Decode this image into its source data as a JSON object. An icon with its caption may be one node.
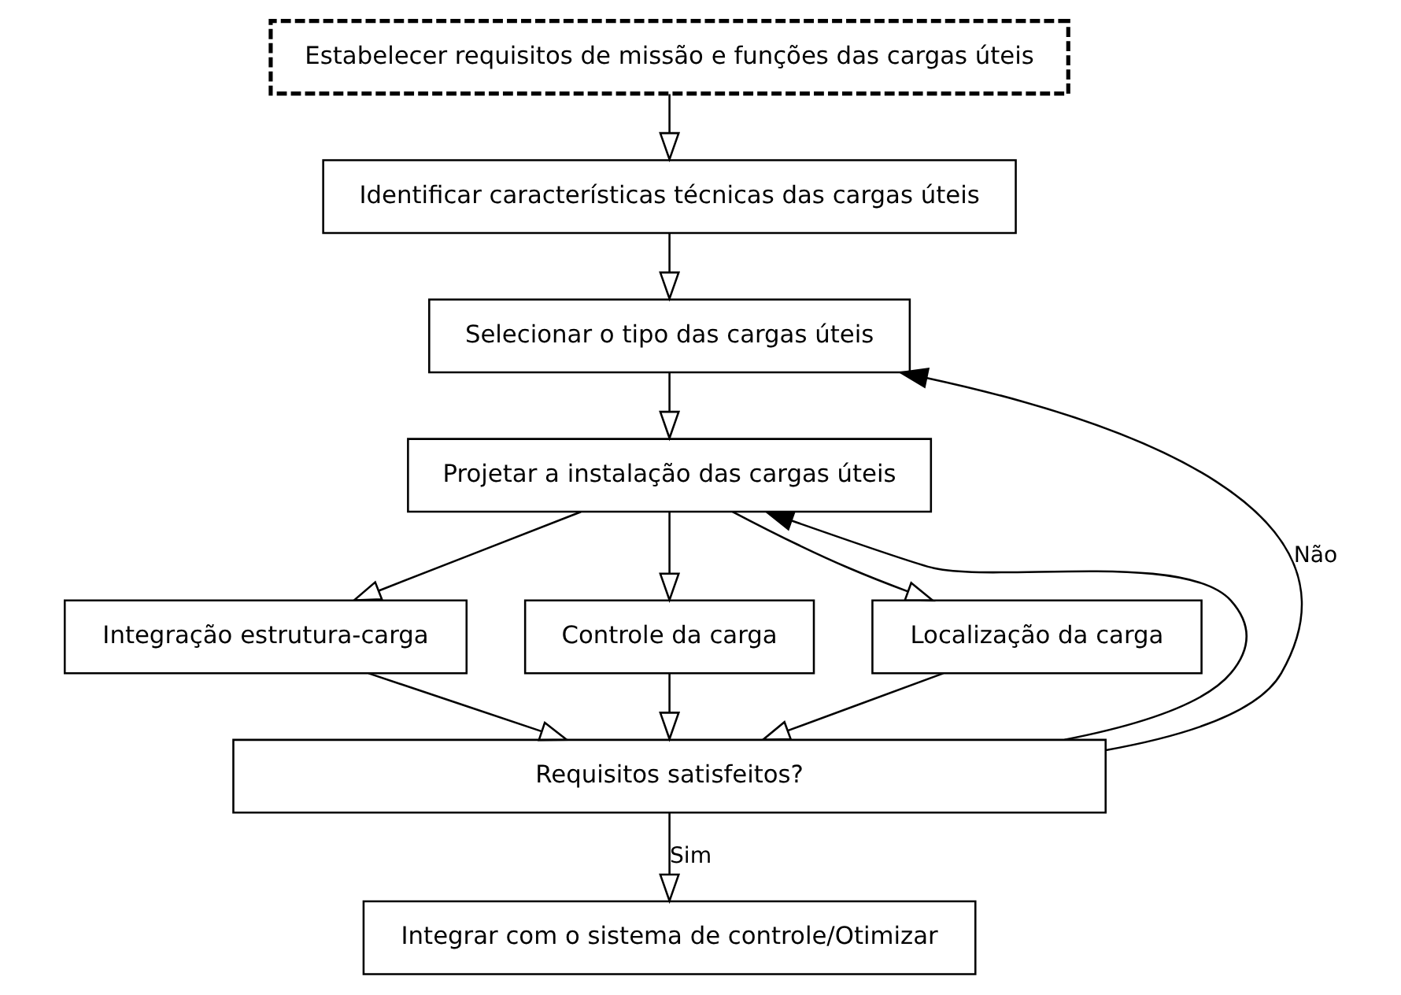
{
  "diagram": {
    "nodes": [
      {
        "text": [
          "Estabelecer requisitos de missão e funções das cargas úteis"
        ]
      },
      {
        "text": [
          "Identificar características técnicas das cargas úteis"
        ]
      },
      {
        "text": [
          "Selecionar o tipo das cargas úteis"
        ]
      },
      {
        "text": [
          "Projetar a instalação das cargas úteis"
        ]
      },
      {
        "text": [
          "Integração estrutura-carga"
        ]
      },
      {
        "text": [
          "Controle da carga"
        ]
      },
      {
        "text": [
          "Localização da carga"
        ]
      },
      {
        "text": [
          "Requisitos satisfeitos?"
        ]
      },
      {
        "text": [
          "Integrar com o sistema de controle/Otimizar"
        ]
      }
    ],
    "edges": [
      {
        "from": 0,
        "to": 1,
        "arrow": "to"
      },
      {
        "from": 1,
        "to": 2,
        "arrow": "to"
      },
      {
        "from": 2,
        "to": 3,
        "arrow": "to"
      },
      {
        "from": 3,
        "to": 4,
        "arrow": "to"
      },
      {
        "from": 3,
        "to": 5,
        "arrow": "to"
      },
      {
        "from": 3,
        "to": 6,
        "arrow": "to"
      },
      {
        "from": 4,
        "to": 7,
        "arrow": "to"
      },
      {
        "from": 5,
        "to": 7,
        "arrow": "to"
      },
      {
        "from": 6,
        "to": 7,
        "arrow": "to"
      },
      {
        "from": 7,
        "to": 8,
        "label": "Sim",
        "arrow": "to"
      },
      {
        "from": 7,
        "to": 2,
        "label": "Não",
        "arrow": "to"
      },
      {
        "from": 7,
        "to": 3,
        "arrow": "to"
      }
    ]
  }
}
